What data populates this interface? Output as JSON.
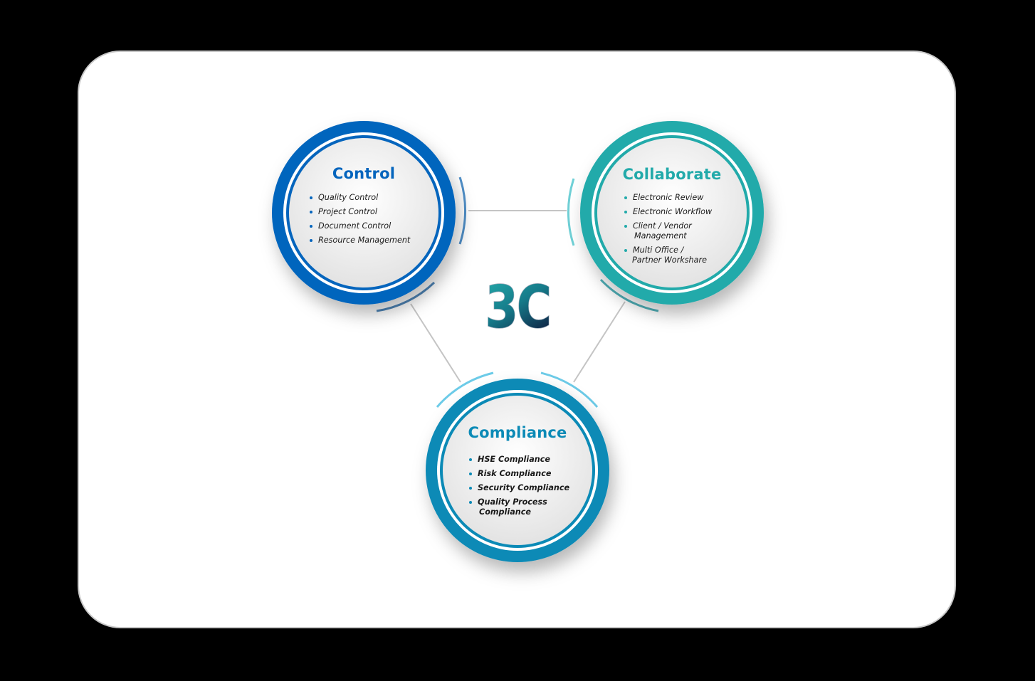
{
  "diagram": {
    "center_label": "3C",
    "colors": {
      "control": "#0565bd",
      "control_arc": "#4f8fc8",
      "collaborate": "#22aaaa",
      "collaborate_arc": "#6fd0d6",
      "compliance": "#0b8ab6",
      "compliance_arc": "#6ccbe8",
      "connector": "#c4c4c4",
      "logo_top": "#26b0ae",
      "logo_bottom": "#0f2a4a"
    },
    "nodes": [
      {
        "id": "control",
        "title": "Control",
        "items": [
          {
            "text": "Quality Control"
          },
          {
            "text": "Project Control"
          },
          {
            "text": "Document Control"
          },
          {
            "text": "Resource Management"
          }
        ]
      },
      {
        "id": "collaborate",
        "title": "Collaborate",
        "items": [
          {
            "text": "Electronic Review"
          },
          {
            "text": "Electronic Workflow"
          },
          {
            "text": "Client / Vendor",
            "text2": "Management"
          },
          {
            "text": "Multi Office /",
            "text2": "Partner Workshare"
          }
        ]
      },
      {
        "id": "compliance",
        "title": "Compliance",
        "items": [
          {
            "text": "HSE Compliance"
          },
          {
            "text": "Risk Compliance"
          },
          {
            "text": "Security Compliance"
          },
          {
            "text": "Quality Process",
            "text2": "Compliance"
          }
        ]
      }
    ]
  }
}
